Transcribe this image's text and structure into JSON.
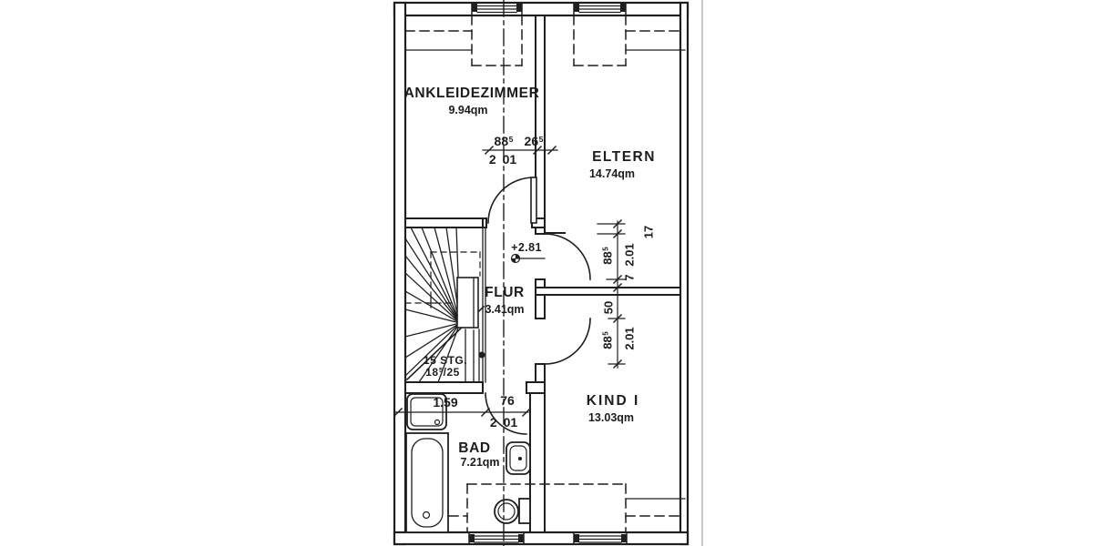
{
  "plan": {
    "rooms": {
      "ankleidezimmer": {
        "name": "ANKLEIDEZIMMER",
        "area": "9.94qm"
      },
      "eltern": {
        "name": "ELTERN",
        "area": "14.74qm"
      },
      "flur": {
        "name": "FLUR",
        "area": "3.41qm"
      },
      "bad": {
        "name": "BAD",
        "area": "7.21qm"
      },
      "kind1": {
        "name": "KIND I",
        "area": "13.03qm"
      }
    },
    "stairs": {
      "steps": "15 STG.",
      "rise": "18",
      "rise_sup": "5",
      "tread": "/25"
    },
    "level_marker": {
      "value": "+2.81"
    },
    "dims": {
      "top_door": {
        "w": "88",
        "w_sup": "5",
        "pier": "26",
        "pier_sup": "5",
        "h_left": "2",
        "h_right": "01"
      },
      "bad_door": {
        "w": "76",
        "h_left": "2",
        "h_right": "01"
      },
      "vanity_width": "1.59",
      "right_chain": {
        "top_offset": "17",
        "door1_w": "88",
        "door1_w_sup": "5",
        "door1_h": "2.01",
        "mid_offset": "7",
        "jamb": "50",
        "door2_w": "88",
        "door2_w_sup": "5",
        "door2_h": "2.01"
      }
    },
    "colors": {
      "ink": "#1f1f1f",
      "paper": "#ffffff",
      "faint_edge": "#c9c9c9"
    }
  }
}
